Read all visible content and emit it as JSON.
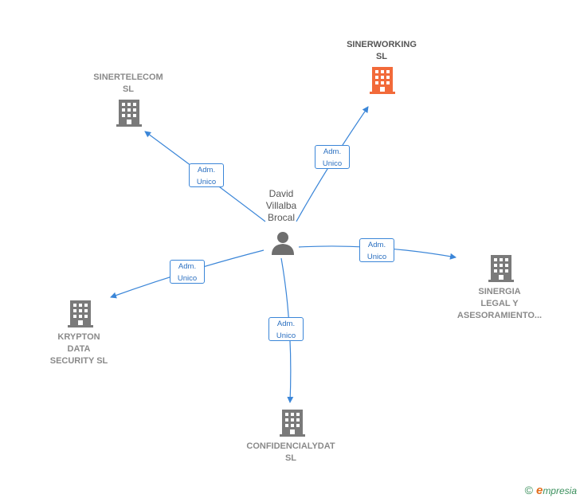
{
  "person": {
    "name": "David\nVillalba\nBrocal",
    "icon": "person-icon"
  },
  "companies": [
    {
      "id": "sinertelecom",
      "name": "SINERTELECOM\nSL",
      "icon": "building-icon",
      "color": "#7a7a7a",
      "role": "Adm.\nUnico"
    },
    {
      "id": "sinerworking",
      "name": "SINERWORKING\nSL",
      "icon": "building-icon",
      "color": "#f26a3a",
      "role": "Adm.\nUnico"
    },
    {
      "id": "sinergia",
      "name": "SINERGIA\nLEGAL Y\nASESORAMIENTO...",
      "icon": "building-icon",
      "color": "#7a7a7a",
      "role": "Adm.\nUnico"
    },
    {
      "id": "krypton",
      "name": "KRYPTON\nDATA\nSECURITY  SL",
      "icon": "building-icon",
      "color": "#7a7a7a",
      "role": "Adm.\nUnico"
    },
    {
      "id": "confidencialydat",
      "name": "CONFIDENCIALYDAT\nSL",
      "icon": "building-icon",
      "color": "#7a7a7a",
      "role": "Adm.\nUnico"
    }
  ],
  "colors": {
    "edge": "#3b86d8",
    "person": "#6e6e6e"
  },
  "footer": {
    "copyright": "©",
    "brand_first": "e",
    "brand_rest": "mpresia"
  }
}
